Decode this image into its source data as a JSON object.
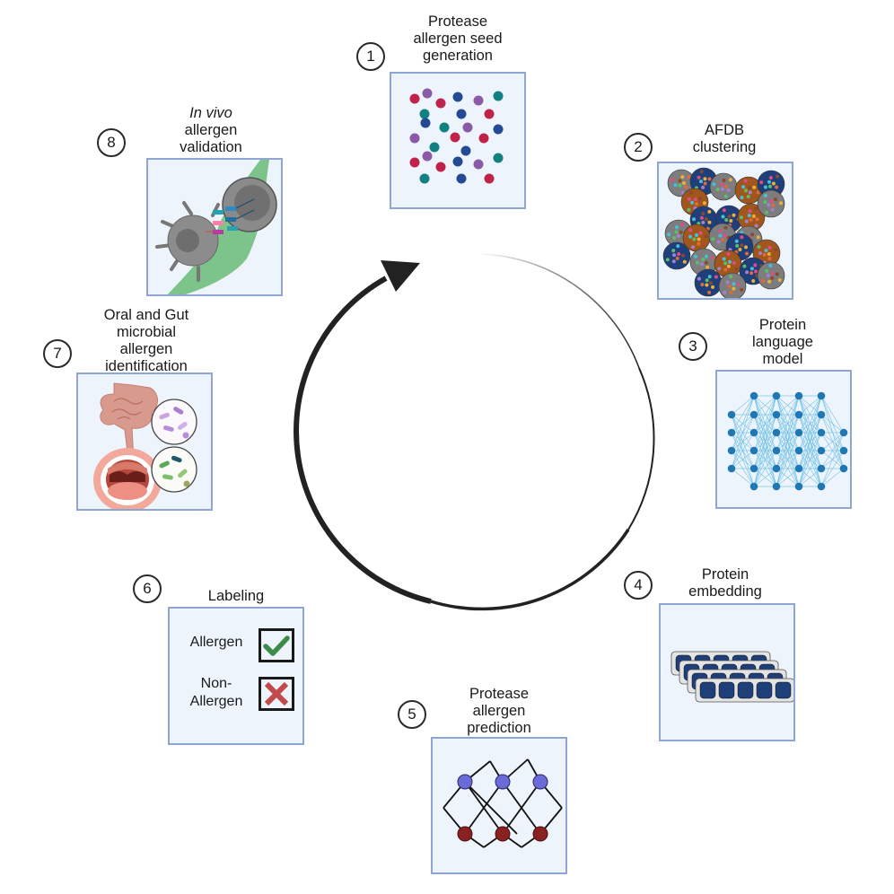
{
  "diagram": {
    "type": "cyclic-workflow",
    "direction": "clockwise",
    "steps": [
      {
        "number": "1",
        "title_lines": [
          "Protease",
          "allergen seed",
          "generation"
        ],
        "illustration": "scattered-colored-dots"
      },
      {
        "number": "2",
        "title_lines": [
          "AFDB",
          "clustering"
        ],
        "illustration": "protein-structure-clusters"
      },
      {
        "number": "3",
        "title_lines": [
          "Protein",
          "language",
          "model"
        ],
        "illustration": "fully-connected-neural-network"
      },
      {
        "number": "4",
        "title_lines": [
          "Protein",
          "embedding"
        ],
        "illustration": "stacked-embedding-vectors"
      },
      {
        "number": "5",
        "title_lines": [
          "Protease",
          "allergen",
          "prediction"
        ],
        "illustration": "classifier-network"
      },
      {
        "number": "6",
        "title_lines": [
          "Labeling"
        ],
        "illustration": "label-checkboxes",
        "labels": [
          {
            "lines": [
              "Allergen"
            ],
            "mark": "check-icon",
            "color": "#3d8b4a"
          },
          {
            "lines": [
              "Non-",
              "Allergen"
            ],
            "mark": "cross-icon",
            "color": "#c24a4a"
          }
        ]
      },
      {
        "number": "7",
        "title_lines": [
          "Oral and Gut",
          "microbial",
          "allergen",
          "identification"
        ],
        "illustration": "gut-and-mouth-microbiome"
      },
      {
        "number": "8",
        "title_italic": "In vivo",
        "title_lines": [
          "allergen",
          "validation"
        ],
        "illustration": "immune-synapse-cells"
      }
    ]
  },
  "colors": {
    "panel_fill": "#eef4fc",
    "panel_border": "#8fa6d4",
    "arrow": "#222222",
    "dot_red": "#c0234a",
    "dot_purple": "#8a5aa6",
    "dot_blue": "#244a94",
    "dot_teal": "#118080",
    "nn_node": "#1f78b4",
    "nn_edge": "#6bbfe3",
    "pred_top": "#6a6ad8",
    "pred_bottom": "#8b2020",
    "embed_cell": "#1e3f78"
  }
}
